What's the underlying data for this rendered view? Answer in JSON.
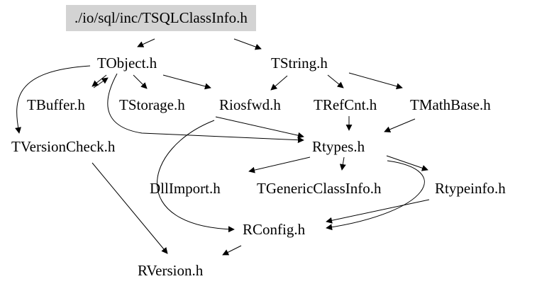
{
  "colors": {
    "background": "#ffffff",
    "root_fill": "#d3d3d3",
    "edge": "#000000",
    "text": "#000000"
  },
  "nodes": [
    {
      "id": "tsqlclassinfo",
      "label": "./io/sql/inc/TSQLClassInfo.h",
      "highlighted": true
    },
    {
      "id": "tobject",
      "label": "TObject.h"
    },
    {
      "id": "tstring",
      "label": "TString.h"
    },
    {
      "id": "tbuffer",
      "label": "TBuffer.h"
    },
    {
      "id": "tstorage",
      "label": "TStorage.h"
    },
    {
      "id": "riosfwd",
      "label": "Riosfwd.h"
    },
    {
      "id": "trefcnt",
      "label": "TRefCnt.h"
    },
    {
      "id": "tmathbase",
      "label": "TMathBase.h"
    },
    {
      "id": "tversioncheck",
      "label": "TVersionCheck.h"
    },
    {
      "id": "rtypes",
      "label": "Rtypes.h"
    },
    {
      "id": "dllimport",
      "label": "DllImport.h"
    },
    {
      "id": "tgenericclassinfo",
      "label": "TGenericClassInfo.h"
    },
    {
      "id": "rtypeinfo",
      "label": "Rtypeinfo.h"
    },
    {
      "id": "rconfig",
      "label": "RConfig.h"
    },
    {
      "id": "rversion",
      "label": "RVersion.h"
    }
  ],
  "edges": [
    {
      "from": "tsqlclassinfo",
      "to": "tobject"
    },
    {
      "from": "tsqlclassinfo",
      "to": "tstring"
    },
    {
      "from": "tobject",
      "to": "tbuffer"
    },
    {
      "from": "tobject",
      "to": "tstorage"
    },
    {
      "from": "tobject",
      "to": "riosfwd"
    },
    {
      "from": "tobject",
      "to": "tversioncheck"
    },
    {
      "from": "tobject",
      "to": "rtypes"
    },
    {
      "from": "tbuffer",
      "to": "tobject"
    },
    {
      "from": "tstring",
      "to": "riosfwd"
    },
    {
      "from": "tstring",
      "to": "trefcnt"
    },
    {
      "from": "tstring",
      "to": "tmathbase"
    },
    {
      "from": "riosfwd",
      "to": "rtypes"
    },
    {
      "from": "riosfwd",
      "to": "rconfig"
    },
    {
      "from": "trefcnt",
      "to": "rtypes"
    },
    {
      "from": "tmathbase",
      "to": "rtypes"
    },
    {
      "from": "rtypes",
      "to": "dllimport"
    },
    {
      "from": "rtypes",
      "to": "tgenericclassinfo"
    },
    {
      "from": "rtypes",
      "to": "rtypeinfo"
    },
    {
      "from": "rtypes",
      "to": "rconfig"
    },
    {
      "from": "rtypeinfo",
      "to": "rconfig"
    },
    {
      "from": "tversioncheck",
      "to": "rversion"
    },
    {
      "from": "rconfig",
      "to": "rversion"
    }
  ]
}
